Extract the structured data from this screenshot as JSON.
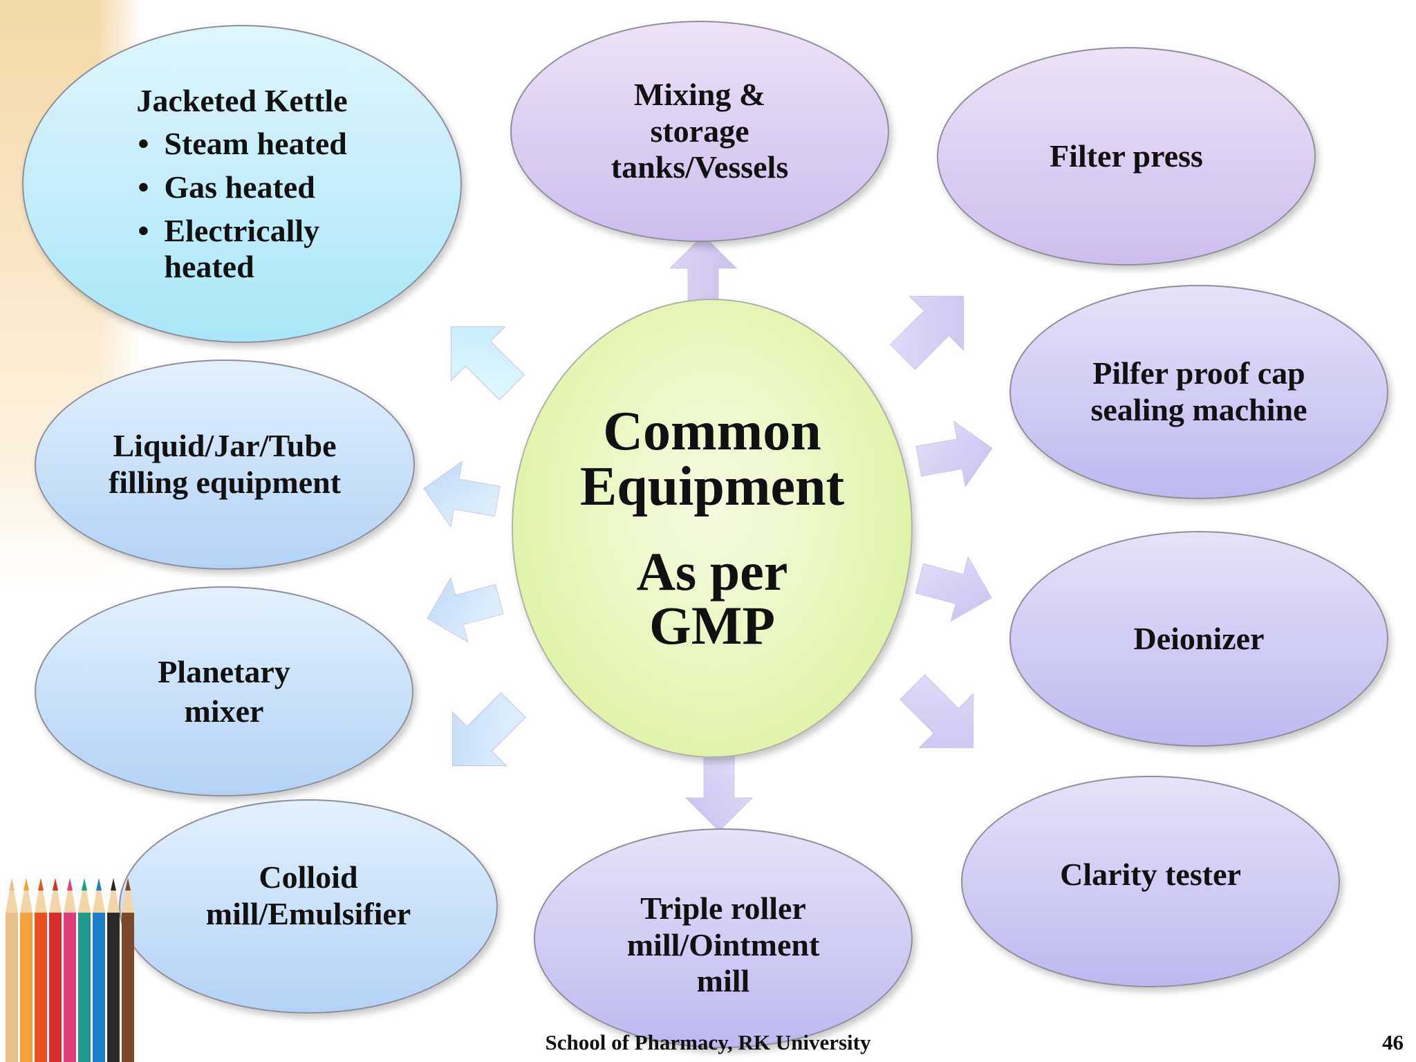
{
  "diagram": {
    "center": {
      "title": "Common\nEquipment",
      "subtitle": "As per\nGMP"
    },
    "kettle": {
      "title": "Jacketed Kettle",
      "items": [
        "Steam heated",
        "Gas heated",
        "Electrically\nheated"
      ]
    },
    "nodes": {
      "mixing": "Mixing &\nstorage\ntanks/Vessels",
      "filter_press": "Filter press",
      "pilfer": "Pilfer proof cap\nsealing machine",
      "deionizer": "Deionizer",
      "clarity": "Clarity tester",
      "triple_roller": "Triple roller\nmill/Ointment\nmill",
      "colloid": "Colloid\nmill/Emulsifier",
      "planetary": "Planetary\nmixer",
      "liquid_filling": "Liquid/Jar/Tube\nfilling equipment"
    },
    "bullet_char": "•"
  },
  "footer": {
    "institution": "School of Pharmacy, RK University",
    "page_number": "46"
  },
  "colors": {
    "cyan_bubble": "#a9e7f8",
    "blue_bubble": "#b3d2f6",
    "lavender_bubble": "#bdb8f0",
    "purple_bubble": "#cdbdee",
    "center_bubble": "#e6f5b6"
  }
}
